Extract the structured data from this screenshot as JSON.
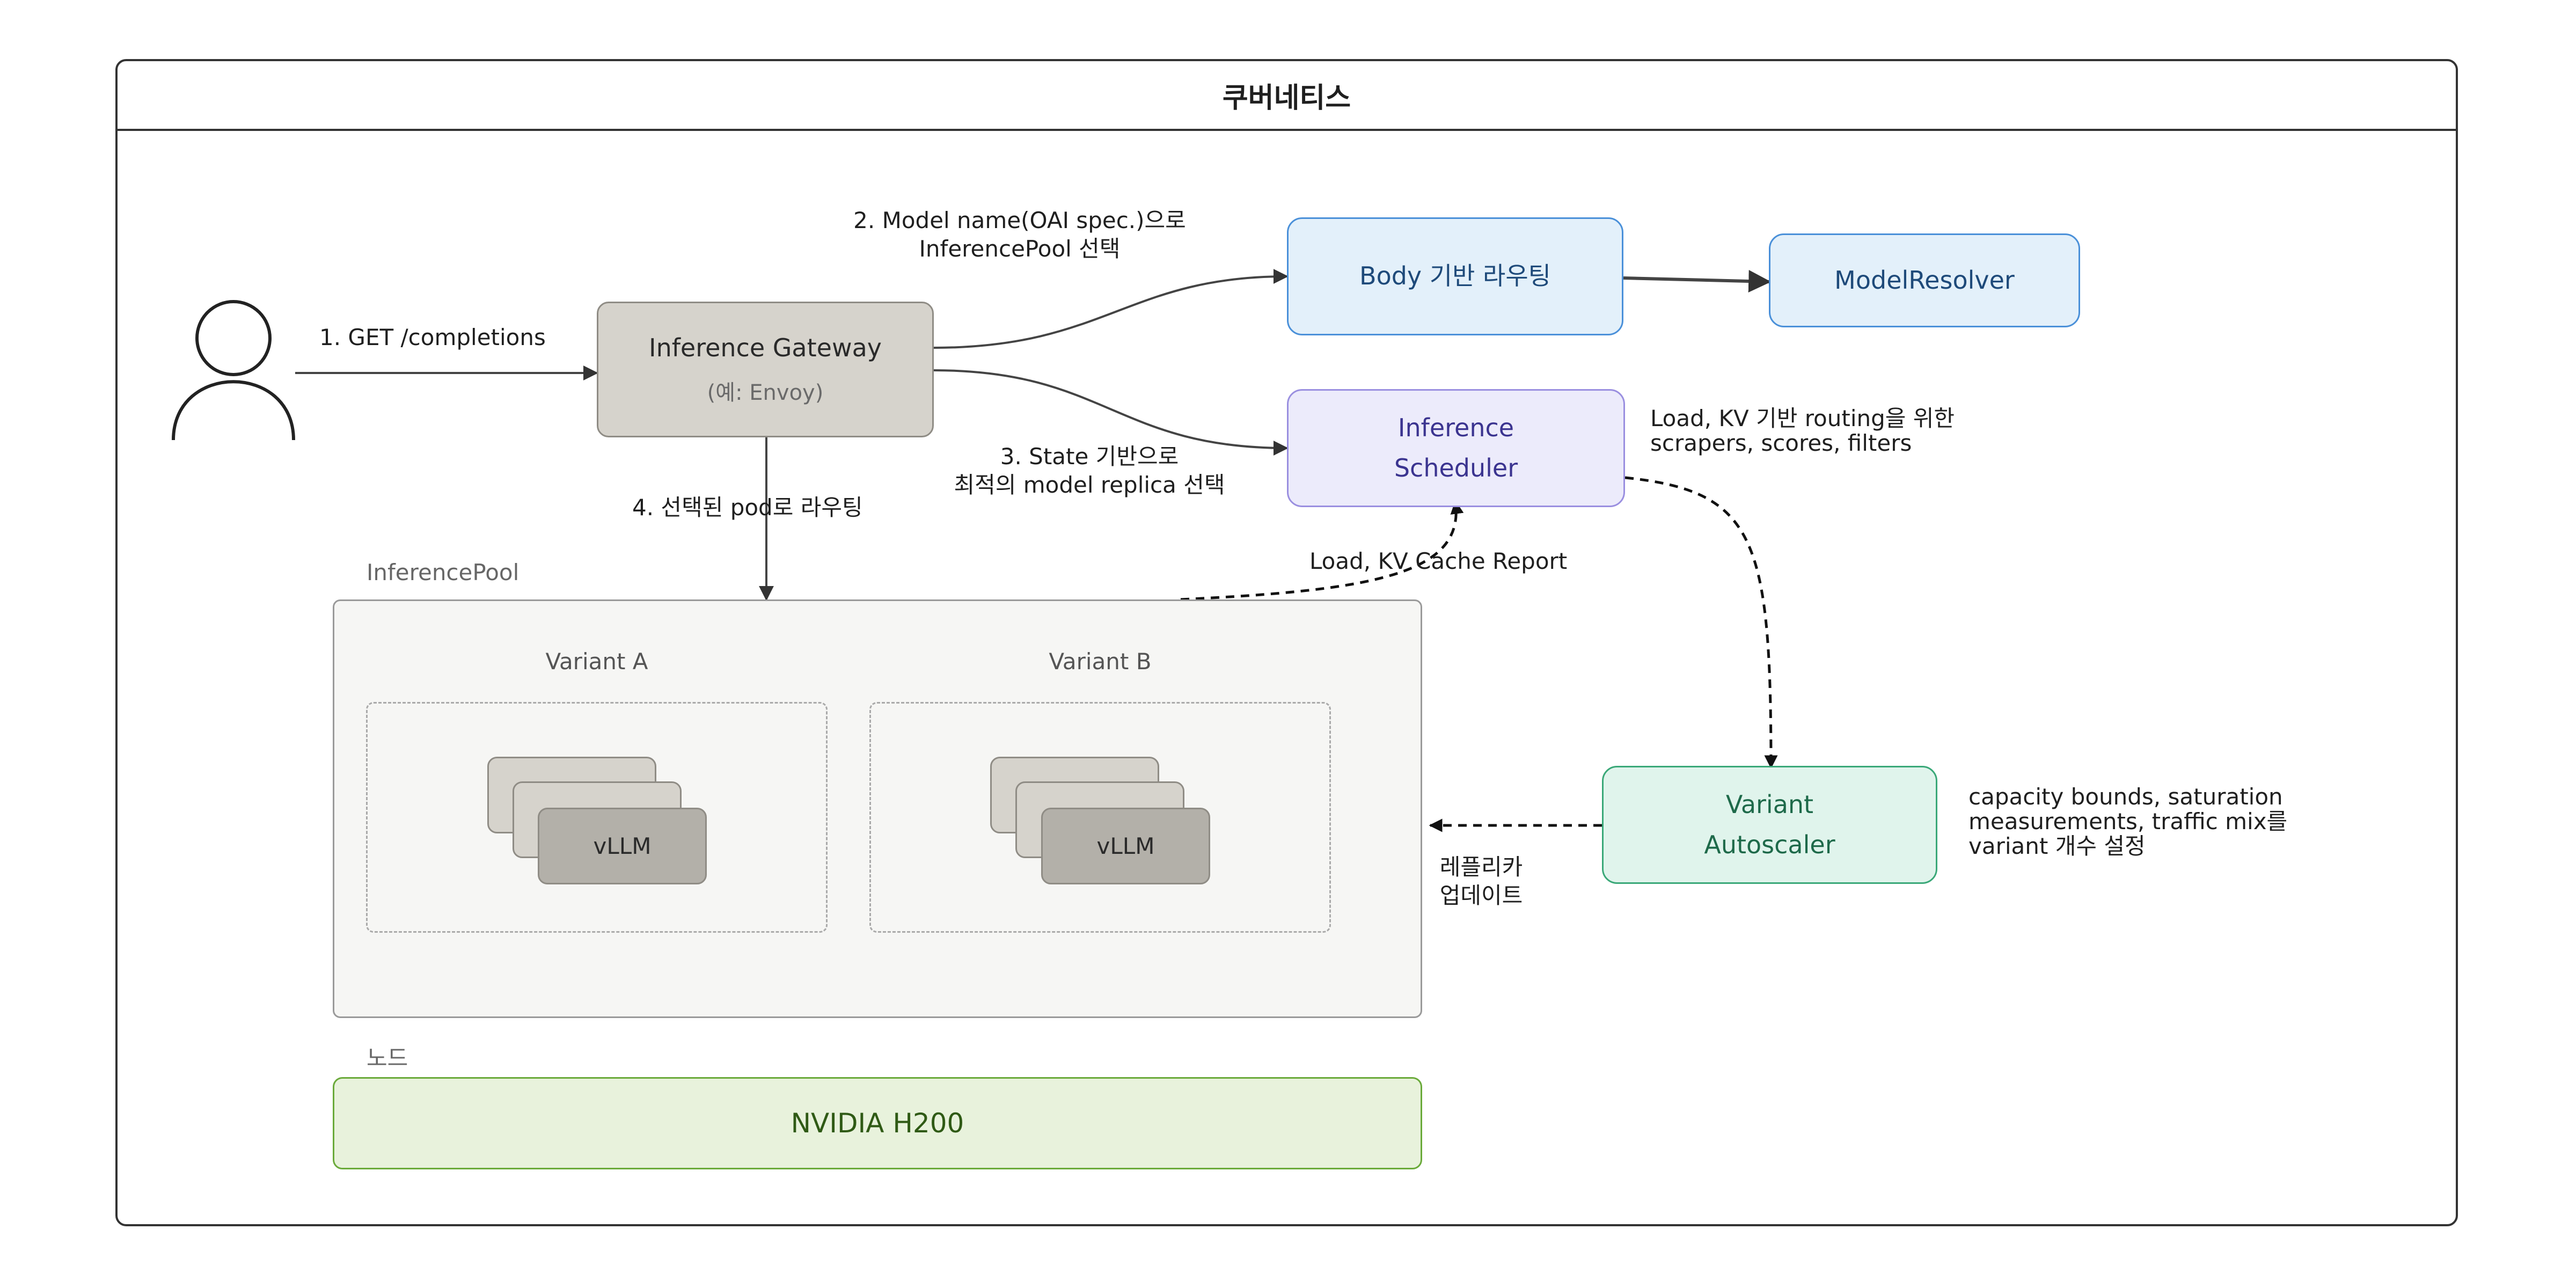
{
  "cluster": {
    "title": "쿠버네티스"
  },
  "user": {
    "icon": "user-icon"
  },
  "gateway": {
    "title": "Inference Gateway",
    "subtitle": "(예: Envoy)"
  },
  "body_routing": {
    "label": "Body 기반 라우팅"
  },
  "model_resolver": {
    "label": "ModelResolver"
  },
  "scheduler": {
    "line1": "Inference",
    "line2": "Scheduler",
    "note_line1": "Load, KV 기반 routing을 위한",
    "note_line2": "scrapers, scores, filters"
  },
  "autoscaler": {
    "line1": "Variant",
    "line2": "Autoscaler",
    "note_line1": "capacity bounds, saturation",
    "note_line2": "measurements, traffic mix를",
    "note_line3": "variant 개수 설정"
  },
  "pool": {
    "label": "InferencePool"
  },
  "variants": [
    {
      "label": "Variant A",
      "pod": "vLLM"
    },
    {
      "label": "Variant B",
      "pod": "vLLM"
    }
  ],
  "node": {
    "label": "노드",
    "gpu": "NVIDIA H200"
  },
  "edges": {
    "e1": "1. GET /completions",
    "e2_line1": "2. Model name(OAI spec.)으로",
    "e2_line2": "InferencePool 선택",
    "e3_line1": "3. State 기반으로",
    "e3_line2": "최적의 model replica 선택",
    "e4": "4. 선택된 pod로 라우팅",
    "kv_report": "Load, KV Cache Report",
    "replica_line1": "레플리카",
    "replica_line2": "업데이트"
  },
  "colors": {
    "gateway_fill": "#d6d3cc",
    "body_fill": "#e3f0fa",
    "body_stroke": "#4a90d9",
    "scheduler_fill": "#ecebfb",
    "scheduler_stroke": "#9a8fe0",
    "autoscaler_fill": "#e0f4ec",
    "autoscaler_stroke": "#3aa878",
    "node_fill": "#e8f2dc",
    "node_stroke": "#6aaa3a"
  }
}
